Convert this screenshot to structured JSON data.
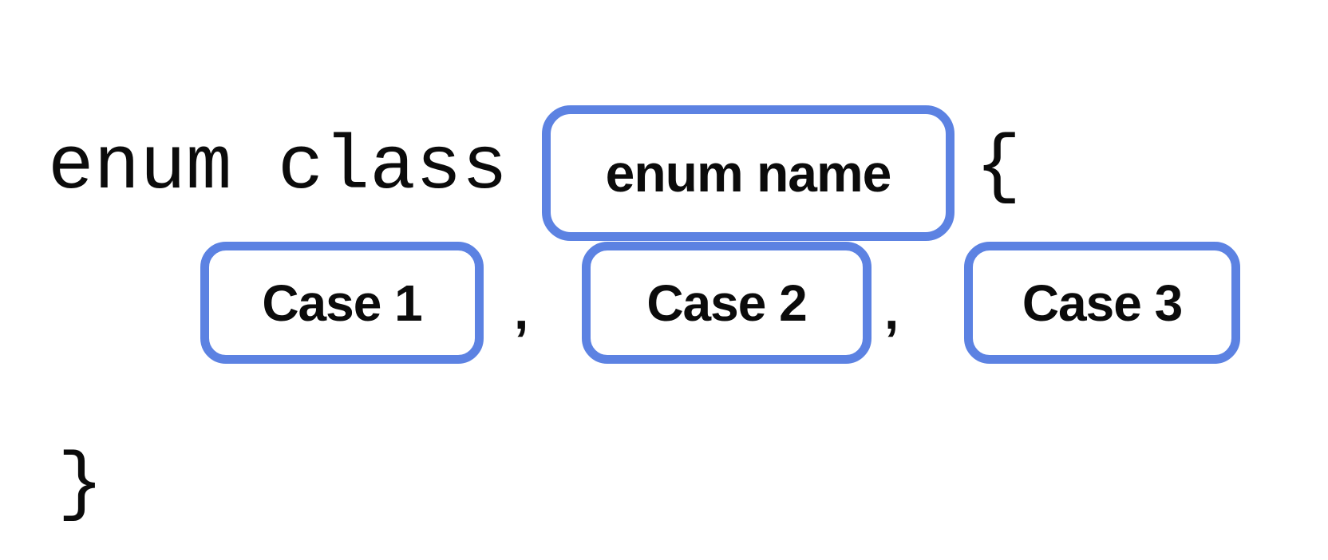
{
  "diagram": {
    "keyword": "enum class",
    "open_brace": "{",
    "close_brace": "}",
    "separator": ",",
    "enum_name": {
      "label": "enum name"
    },
    "cases": [
      {
        "label": "Case 1"
      },
      {
        "label": "Case 2"
      },
      {
        "label": "Case 3"
      }
    ],
    "colors": {
      "box_border": "#5c82e2",
      "text": "#0b0b0b",
      "background": "#ffffff"
    }
  }
}
